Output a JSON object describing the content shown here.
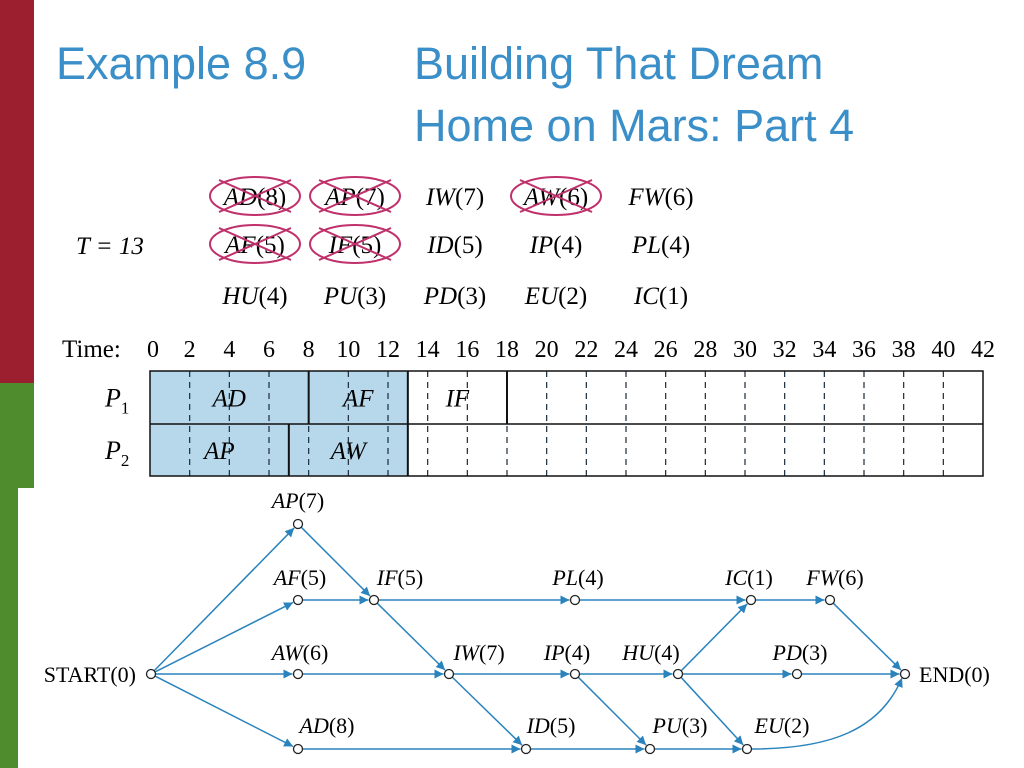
{
  "colors": {
    "title": "#3a8fc9",
    "side_red": "#9b1f2e",
    "side_green": "#4f8c2e",
    "cross": "#c0306b",
    "task_fill": "#b7d8eb",
    "network": "#2a83bd"
  },
  "title": {
    "left": "Example 8.9",
    "line1": "Building That Dream",
    "line2": "Home on Mars: Part 4"
  },
  "priority_list": {
    "time_label": "T = 13",
    "rows": [
      [
        {
          "label": "AD(8)",
          "crossed": true
        },
        {
          "label": "AP(7)",
          "crossed": true
        },
        {
          "label": "IW(7)",
          "crossed": false
        },
        {
          "label": "AW(6)",
          "crossed": true
        },
        {
          "label": "FW(6)",
          "crossed": false
        }
      ],
      [
        {
          "label": "AF(5)",
          "crossed": true
        },
        {
          "label": "IF(5)",
          "crossed": true
        },
        {
          "label": "ID(5)",
          "crossed": false
        },
        {
          "label": "IP(4)",
          "crossed": false
        },
        {
          "label": "PL(4)",
          "crossed": false
        }
      ],
      [
        {
          "label": "HU(4)",
          "crossed": false
        },
        {
          "label": "PU(3)",
          "crossed": false
        },
        {
          "label": "PD(3)",
          "crossed": false
        },
        {
          "label": "EU(2)",
          "crossed": false
        },
        {
          "label": "IC(1)",
          "crossed": false
        }
      ]
    ]
  },
  "schedule": {
    "time_label": "Time:",
    "ticks": [
      "0",
      "2",
      "4",
      "6",
      "8",
      "10",
      "12",
      "14",
      "16",
      "18",
      "20",
      "22",
      "24",
      "26",
      "28",
      "30",
      "32",
      "34",
      "36",
      "38",
      "40",
      "42"
    ],
    "t_max": 42,
    "processors": [
      {
        "label": "P",
        "sub": "1",
        "tasks": [
          {
            "label": "AD",
            "start": 0,
            "end": 8,
            "filled": true
          },
          {
            "label": "AF",
            "start": 8,
            "end": 13,
            "filled": true
          },
          {
            "label": "IF",
            "start": 13,
            "end": 18,
            "filled": false
          }
        ]
      },
      {
        "label": "P",
        "sub": "2",
        "tasks": [
          {
            "label": "AP",
            "start": 0,
            "end": 7,
            "filled": true
          },
          {
            "label": "AW",
            "start": 7,
            "end": 13,
            "filled": true
          }
        ]
      }
    ]
  },
  "network": {
    "nodes": [
      {
        "id": "START",
        "label": "START(0)"
      },
      {
        "id": "AP",
        "label": "AP",
        "time": "(7)"
      },
      {
        "id": "AF",
        "label": "AF",
        "time": "(5)"
      },
      {
        "id": "AW",
        "label": "AW",
        "time": "(6)"
      },
      {
        "id": "AD",
        "label": "AD",
        "time": "(8)"
      },
      {
        "id": "IF",
        "label": "IF",
        "time": "(5)"
      },
      {
        "id": "PL",
        "label": "PL",
        "time": "(4)"
      },
      {
        "id": "IC",
        "label": "IC",
        "time": "(1)"
      },
      {
        "id": "FW",
        "label": "FW",
        "time": "(6)"
      },
      {
        "id": "IW",
        "label": "IW",
        "time": "(7)"
      },
      {
        "id": "IP",
        "label": "IP",
        "time": "(4)"
      },
      {
        "id": "HU",
        "label": "HU",
        "time": "(4)"
      },
      {
        "id": "PD",
        "label": "PD",
        "time": "(3)"
      },
      {
        "id": "ID",
        "label": "ID",
        "time": "(5)"
      },
      {
        "id": "PU",
        "label": "PU",
        "time": "(3)"
      },
      {
        "id": "EU",
        "label": "EU",
        "time": "(2)"
      },
      {
        "id": "END",
        "label": "END(0)"
      }
    ],
    "edges": [
      [
        "START",
        "AP"
      ],
      [
        "START",
        "AF"
      ],
      [
        "START",
        "AW"
      ],
      [
        "START",
        "AD"
      ],
      [
        "AP",
        "IF"
      ],
      [
        "AF",
        "IF"
      ],
      [
        "IF",
        "PL"
      ],
      [
        "IF",
        "IW"
      ],
      [
        "PL",
        "IC"
      ],
      [
        "IC",
        "FW"
      ],
      [
        "FW",
        "END"
      ],
      [
        "AW",
        "IW"
      ],
      [
        "IW",
        "IP"
      ],
      [
        "IW",
        "ID"
      ],
      [
        "IP",
        "HU"
      ],
      [
        "IP",
        "PU"
      ],
      [
        "HU",
        "IC"
      ],
      [
        "HU",
        "PD"
      ],
      [
        "HU",
        "EU"
      ],
      [
        "PD",
        "END"
      ],
      [
        "AD",
        "ID"
      ],
      [
        "ID",
        "PU"
      ],
      [
        "PU",
        "EU"
      ],
      [
        "EU",
        "END"
      ]
    ]
  }
}
